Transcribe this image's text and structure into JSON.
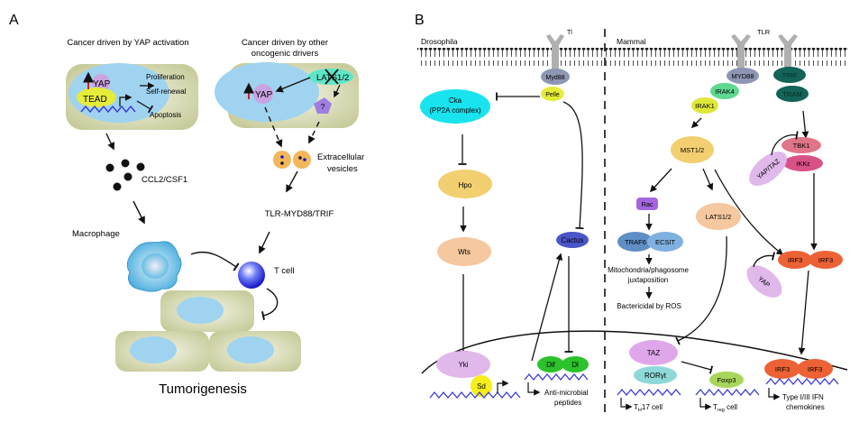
{
  "panelA": {
    "label": "A",
    "title_left": "Cancer driven by YAP activation",
    "title_right_line1": "Cancer driven by other",
    "title_right_line2": "oncogenic drivers",
    "yap": "YAP",
    "tead": "TEAD",
    "proliferation": "Proliferation",
    "self_renewal": "Self-renewal",
    "apoptosis": "Apoptosis",
    "yap2": "YAP",
    "lats": "LATS1/2",
    "unknown": "?",
    "ev_line1": "Extracellular",
    "ev_line2": "vesicles",
    "ccl2": "CCL2/CSF1",
    "tlr": "TLR-MYD88/TRIF",
    "macrophage": "Macrophage",
    "tcell": "T cell",
    "tumorigenesis": "Tumorigenesis"
  },
  "panelB": {
    "label": "B",
    "drosophila": "Drosophila",
    "mammal": "Mammal",
    "tl": "Tl",
    "tlr": "TLR",
    "myd88_fly": "Myd88",
    "pelle": "Pelle",
    "cka_line1": "Cka",
    "cka_line2": "(PP2A complex)",
    "hpo": "Hpo",
    "wts": "Wts",
    "cactus": "Cactus",
    "yki": "Yki",
    "sd": "Sd",
    "dif": "Dif",
    "dl": "Dl",
    "amp_line1": "Anti-microbial",
    "amp_line2": "peptides",
    "myd88": "MYD88",
    "irak4": "IRAK4",
    "irak1": "IRAK1",
    "trif": "TRIF",
    "tram": "TRAM",
    "mst": "MST1/2",
    "rac": "Rac",
    "traf6": "TRAF6",
    "ecsit": "ECSIT",
    "lats": "LATS1/2",
    "mito_line1": "Mitochondria/phagosome",
    "mito_line2": "juxtaposition",
    "bactericidal": "Bactericidal  by ROS",
    "yaptaz": "YAP/TAZ",
    "tbk1": "TBK1",
    "ikke": "IKKε",
    "irf3": "IRF3",
    "yap": "YAP",
    "taz": "TAZ",
    "roryt": "RORγt",
    "foxp3": "Foxp3",
    "th17": "T",
    "th17_sub": "H",
    "th17_rest": "17 cell",
    "treg": "T",
    "treg_sub": "reg",
    "treg_rest": " cell",
    "ifn_line1": "Type I/III IFN",
    "ifn_line2": "chemokines"
  },
  "colors": {
    "cell_bg": "#cfd3a8",
    "nucleus": "#9fd3f0",
    "yap_purple": "#c9a4e0",
    "tead_yellow": "#e6ec3a",
    "cka_cyan": "#19e3ee",
    "hpo": "#f2cf70",
    "wts": "#f5c89f",
    "cactus": "#4a56c8",
    "yki": "#e0b8ea",
    "sd": "#f5ee1a",
    "dif": "#2cc22c",
    "myd88": "#8e96b4",
    "irak4": "#5ed890",
    "irak1": "#dde83a",
    "trif": "#136358",
    "mst": "#f2cf70",
    "rac": "#a566e0",
    "traf6": "#5f8fc4",
    "ecsit": "#7fb0e0",
    "lats": "#f5c89f",
    "tbk1": "#e07488",
    "ikke": "#d85288",
    "irf3": "#ec6234",
    "taz": "#e0a6ea",
    "roryt": "#8fd8d8",
    "foxp3": "#a8d65c",
    "dna": "#3a3ad8"
  }
}
